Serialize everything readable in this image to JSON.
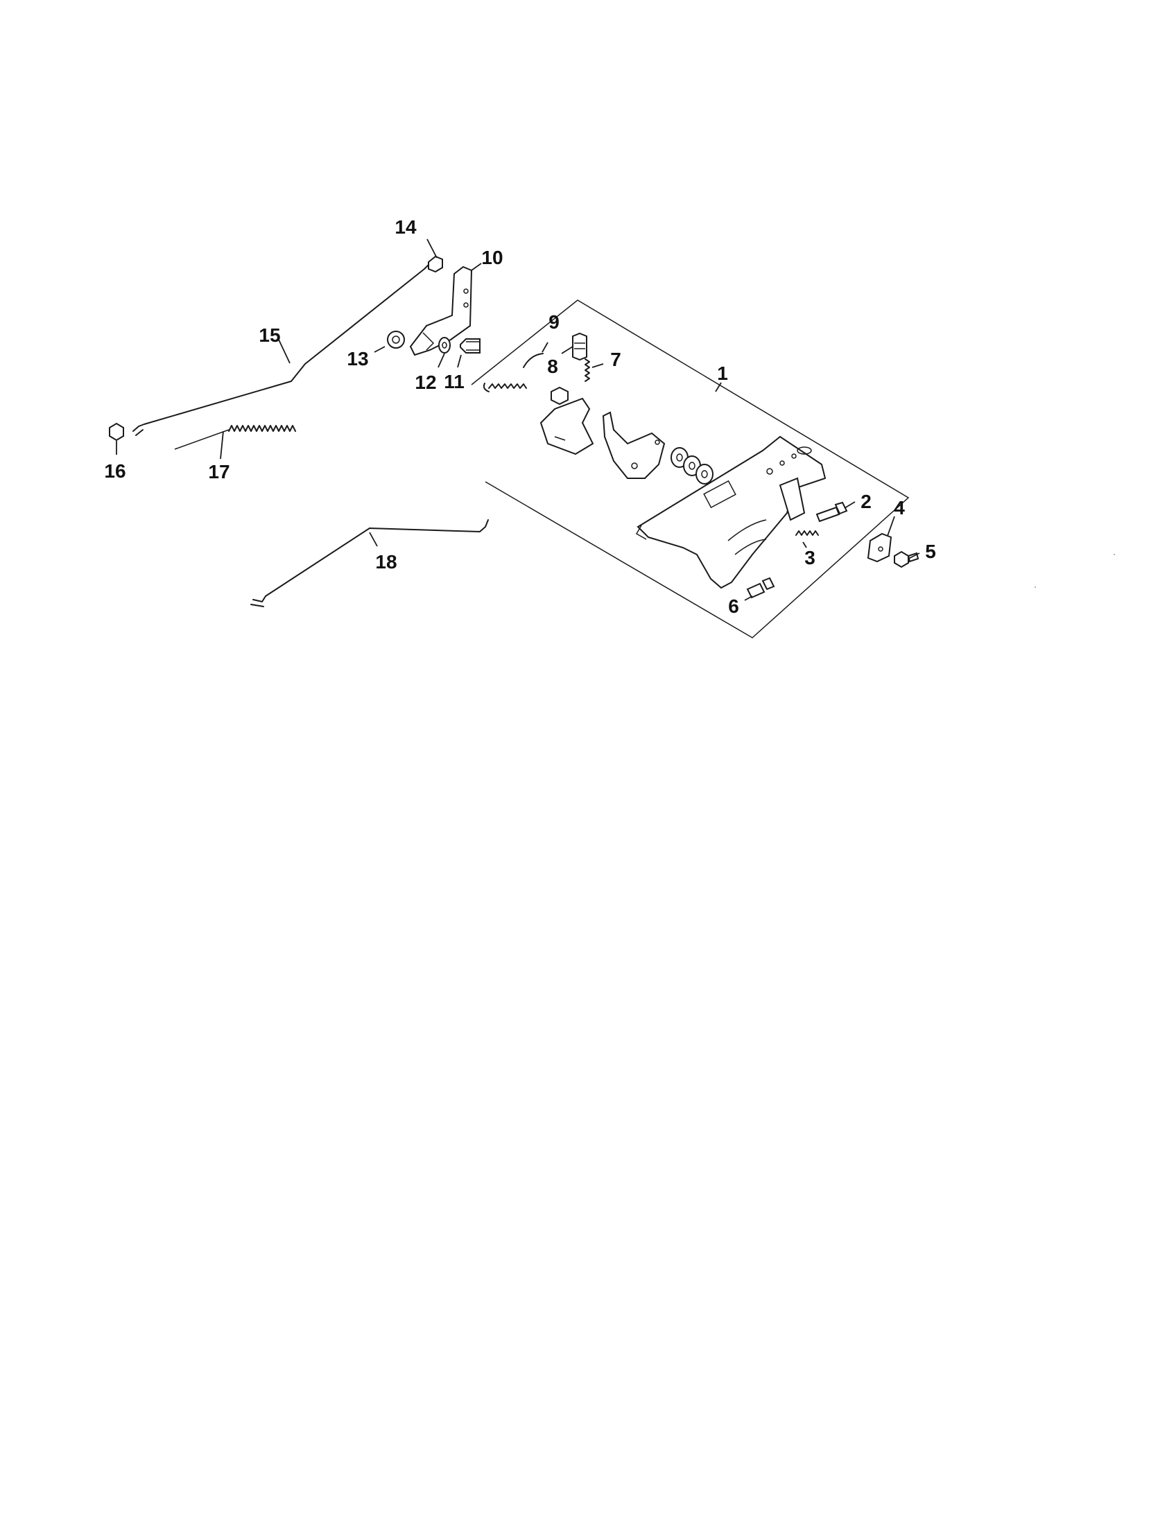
{
  "diagram": {
    "callouts": {
      "c1": "1",
      "c2": "2",
      "c3": "3",
      "c4": "4",
      "c5": "5",
      "c6": "6",
      "c7": "7",
      "c8": "8",
      "c9": "9",
      "c10": "10",
      "c11": "11",
      "c12": "12",
      "c13": "13",
      "c14": "14",
      "c15": "15",
      "c16": "16",
      "c17": "17",
      "c18": "18"
    }
  }
}
